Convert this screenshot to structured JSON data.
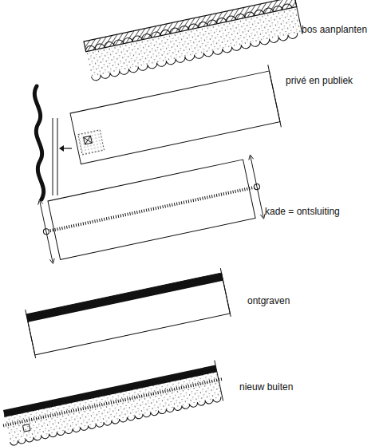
{
  "diagram": {
    "labels": [
      "bos aanplanten",
      "privé en publiek",
      "kade = ontsluiting",
      "ontgraven",
      "nieuw buiten"
    ]
  }
}
